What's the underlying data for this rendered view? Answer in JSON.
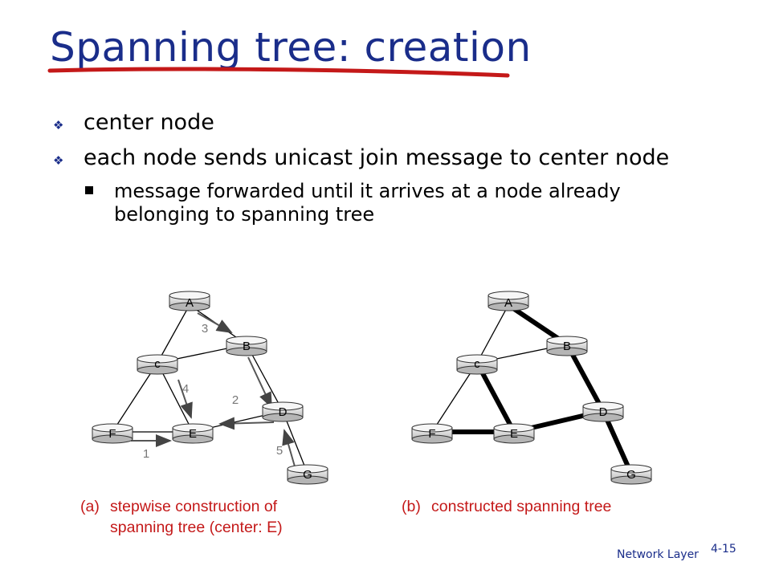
{
  "title": "Spanning tree: creation",
  "bullets": [
    {
      "text": "center node"
    },
    {
      "text": "each node sends unicast join message to center node"
    }
  ],
  "sub_bullets": [
    {
      "text": "message forwarded until it arrives at a node already belonging to spanning tree"
    }
  ],
  "diagram_a": {
    "nodes": {
      "A": "A",
      "B": "B",
      "c": "c",
      "D": "D",
      "E": "E",
      "F": "F",
      "G": "G"
    },
    "step_labels": [
      "1",
      "2",
      "3",
      "4",
      "5"
    ]
  },
  "diagram_b": {
    "nodes": {
      "A": "A",
      "B": "B",
      "c": "c",
      "D": "D",
      "E": "E",
      "F": "F",
      "G": "G"
    }
  },
  "captions": [
    {
      "tag": "(a)",
      "text": "stepwise construction of spanning tree (center: E)"
    },
    {
      "tag": "(b)",
      "text": "constructed spanning tree"
    }
  ],
  "footer": {
    "label": "Network Layer",
    "page": "4-15"
  },
  "colors": {
    "title": "#1a2d8a",
    "caption": "#c41919",
    "underline": "#c41919"
  }
}
